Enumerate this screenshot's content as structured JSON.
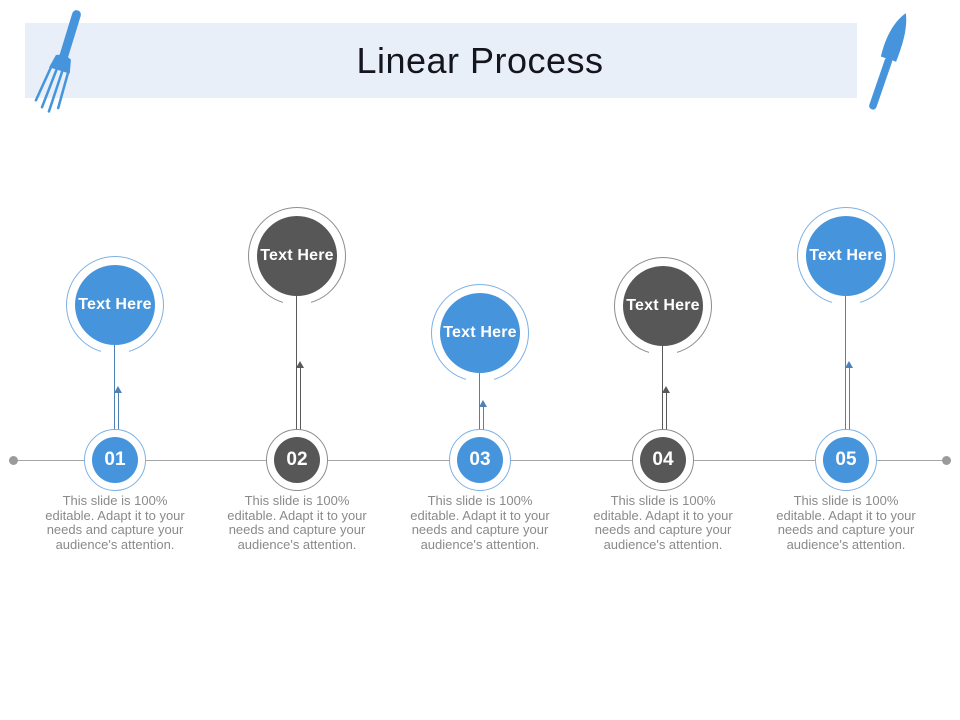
{
  "header": {
    "title": "Linear Process"
  },
  "icons": {
    "left": "fork-icon",
    "right": "knife-icon"
  },
  "colors": {
    "blue": "#4695dc",
    "dark_gray": "#575757",
    "header_bg": "#e9eff9",
    "timeline": "#a6a6a6",
    "title_text": "#15151e",
    "description_text": "#8a8a8a"
  },
  "steps": [
    {
      "number": "01",
      "circle_label": "Text Here",
      "theme": "blue",
      "description": "This slide is 100% editable. Adapt it to your needs and capture your audience's attention."
    },
    {
      "number": "02",
      "circle_label": "Text Here",
      "theme": "gray",
      "description": "This slide is 100% editable. Adapt it to your needs and capture your audience's attention."
    },
    {
      "number": "03",
      "circle_label": "Text Here",
      "theme": "blue",
      "description": "This slide is 100% editable. Adapt it to your needs and capture your audience's attention."
    },
    {
      "number": "04",
      "circle_label": "Text Here",
      "theme": "gray",
      "description": "This slide is 100% editable. Adapt it to your needs and capture your audience's attention."
    },
    {
      "number": "05",
      "circle_label": "Text Here",
      "theme": "blue",
      "description": "This slide is 100% editable. Adapt it to your needs and capture your audience's attention."
    }
  ]
}
